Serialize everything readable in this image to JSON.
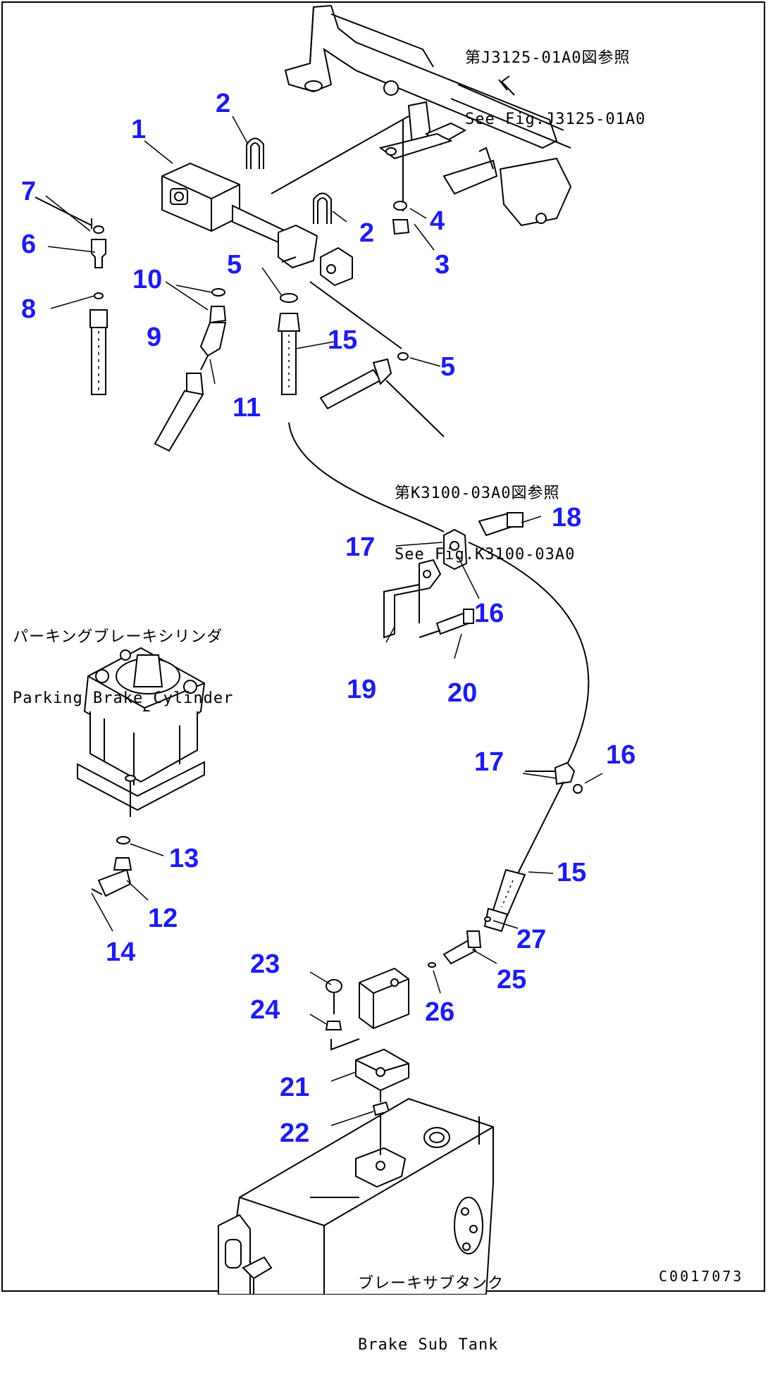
{
  "diagram": {
    "callouts": [
      {
        "id": "c1",
        "label": "1"
      },
      {
        "id": "c2a",
        "label": "2"
      },
      {
        "id": "c2b",
        "label": "2"
      },
      {
        "id": "c3",
        "label": "3"
      },
      {
        "id": "c4",
        "label": "4"
      },
      {
        "id": "c5a",
        "label": "5"
      },
      {
        "id": "c5b",
        "label": "5"
      },
      {
        "id": "c6",
        "label": "6"
      },
      {
        "id": "c7",
        "label": "7"
      },
      {
        "id": "c8",
        "label": "8"
      },
      {
        "id": "c9",
        "label": "9"
      },
      {
        "id": "c10",
        "label": "10"
      },
      {
        "id": "c11",
        "label": "11"
      },
      {
        "id": "c12",
        "label": "12"
      },
      {
        "id": "c13",
        "label": "13"
      },
      {
        "id": "c14",
        "label": "14"
      },
      {
        "id": "c15a",
        "label": "15"
      },
      {
        "id": "c15b",
        "label": "15"
      },
      {
        "id": "c16a",
        "label": "16"
      },
      {
        "id": "c16b",
        "label": "16"
      },
      {
        "id": "c17a",
        "label": "17"
      },
      {
        "id": "c17b",
        "label": "17"
      },
      {
        "id": "c18",
        "label": "18"
      },
      {
        "id": "c19",
        "label": "19"
      },
      {
        "id": "c20",
        "label": "20"
      },
      {
        "id": "c21",
        "label": "21"
      },
      {
        "id": "c22",
        "label": "22"
      },
      {
        "id": "c23",
        "label": "23"
      },
      {
        "id": "c24",
        "label": "24"
      },
      {
        "id": "c25",
        "label": "25"
      },
      {
        "id": "c26",
        "label": "26"
      },
      {
        "id": "c27",
        "label": "27"
      }
    ],
    "notes": {
      "ref_top_jp": "第J3125-01A0図参照",
      "ref_top_en": "See Fig.J3125-01A0",
      "ref_mid_jp": "第K3100-03A0図参照",
      "ref_mid_en": "See Fig.K3100-03A0",
      "cylinder_jp": "パーキングブレーキシリンダ",
      "cylinder_en": "Parking Brake Cylinder",
      "tank_jp": "ブレーキサブタンク",
      "tank_en": "Brake Sub Tank"
    },
    "drawing_code": "C0017073",
    "label_color": "#1c1cf0"
  }
}
